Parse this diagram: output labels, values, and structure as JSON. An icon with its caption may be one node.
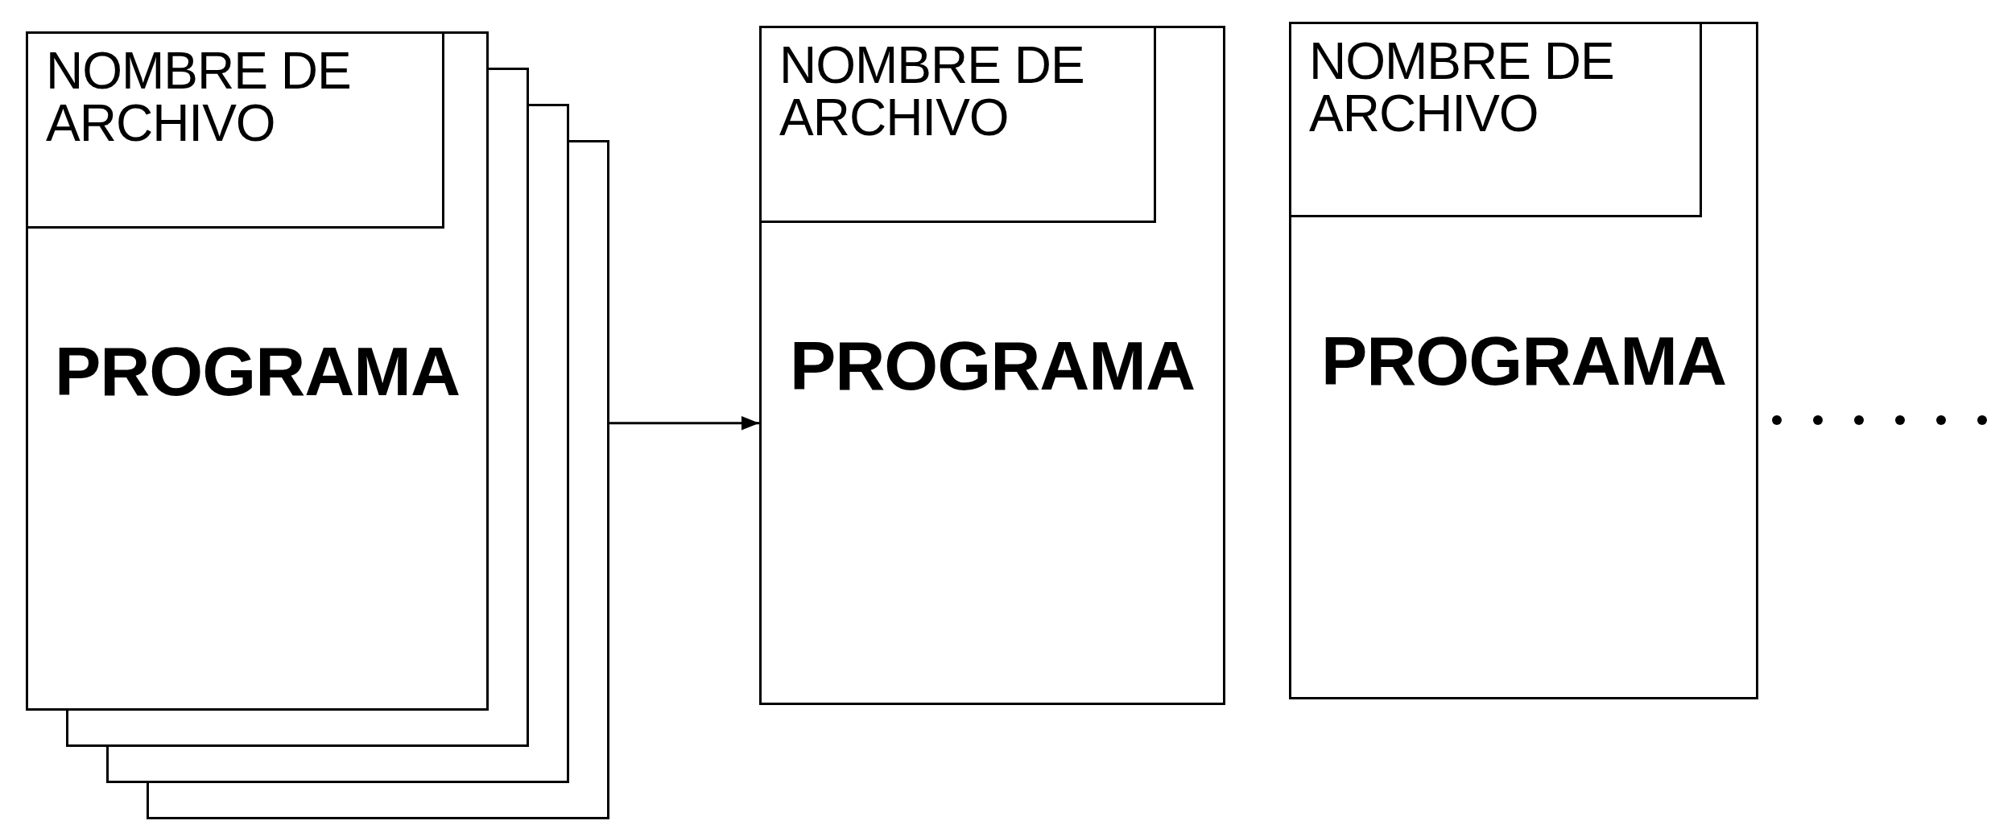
{
  "diagram": {
    "nodes": [
      {
        "text": [
          "PROGRAMA"
        ]
      },
      {
        "text": [
          "NOMBRE DE ARCHIVO"
        ],
        "in": 0
      },
      {
        "text": [
          "PROGRAMA"
        ]
      },
      {
        "text": [
          "NOMBRE DE ARCHIVO"
        ],
        "in": 2
      },
      {
        "text": [
          "PROGRAMA"
        ]
      },
      {
        "text": [
          "NOMBRE DE ARCHIVO"
        ],
        "in": 4
      }
    ],
    "edges": [
      {
        "from": 0,
        "to": 2,
        "arrow": "to"
      }
    ]
  }
}
